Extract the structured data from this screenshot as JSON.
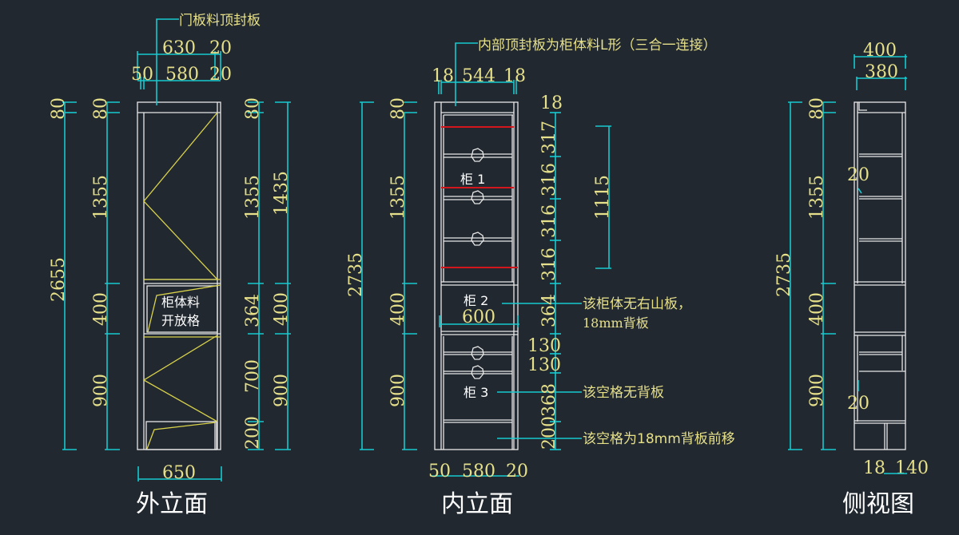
{
  "drawing": {
    "background": "#212830",
    "colors": {
      "dimension_line": "#17c9cf",
      "dimension_text": "#e6e08a",
      "outline": "#e8e8e8",
      "door_swing": "#d9d24a",
      "shelf_marker": "#d2161c"
    },
    "views": {
      "outer": {
        "title": "外立面",
        "top_note": "门板料顶封板",
        "top_dims_row1": [
          "630",
          "20"
        ],
        "top_dims_row2": [
          "50",
          "580",
          "20"
        ],
        "left_total": "2655",
        "left_chain": [
          "80",
          "80",
          "1355",
          "400",
          "900"
        ],
        "right_chain_a": [
          "80",
          "1355",
          "364",
          "700",
          "200"
        ],
        "right_chain_b": [
          "1435",
          "400",
          "900"
        ],
        "bottom_width": "650",
        "open_cell_label_1": "柜体料",
        "open_cell_label_2": "开放格"
      },
      "inner": {
        "title": "内立面",
        "top_note": "内部顶封板为柜体料L形（三合一连接）",
        "top_dims": [
          "18",
          "544",
          "18"
        ],
        "left_total": "2735",
        "left_chain": [
          "80",
          "1355",
          "400",
          "900"
        ],
        "right_top": "18",
        "right_chain": [
          "317",
          "316",
          "316",
          "316",
          "364",
          "130",
          "130",
          "368",
          "200"
        ],
        "side_span": "1115",
        "mid_width": "600",
        "cabinet_labels": [
          "柜 1",
          "柜 2",
          "柜 3"
        ],
        "notes": [
          "该柜体无右山板，",
          "18mm背板",
          "该空格无背板",
          "该空格为18mm背板前移"
        ],
        "bottom_dims": [
          "50",
          "580",
          "20"
        ]
      },
      "side": {
        "title": "侧视图",
        "top_dims": [
          "400",
          "380"
        ],
        "left_total": "2735",
        "left_chain": [
          "80",
          "1355",
          "400",
          "900"
        ],
        "offsets": [
          "20",
          "20"
        ],
        "bottom_dims": [
          "18",
          "140"
        ]
      }
    }
  }
}
